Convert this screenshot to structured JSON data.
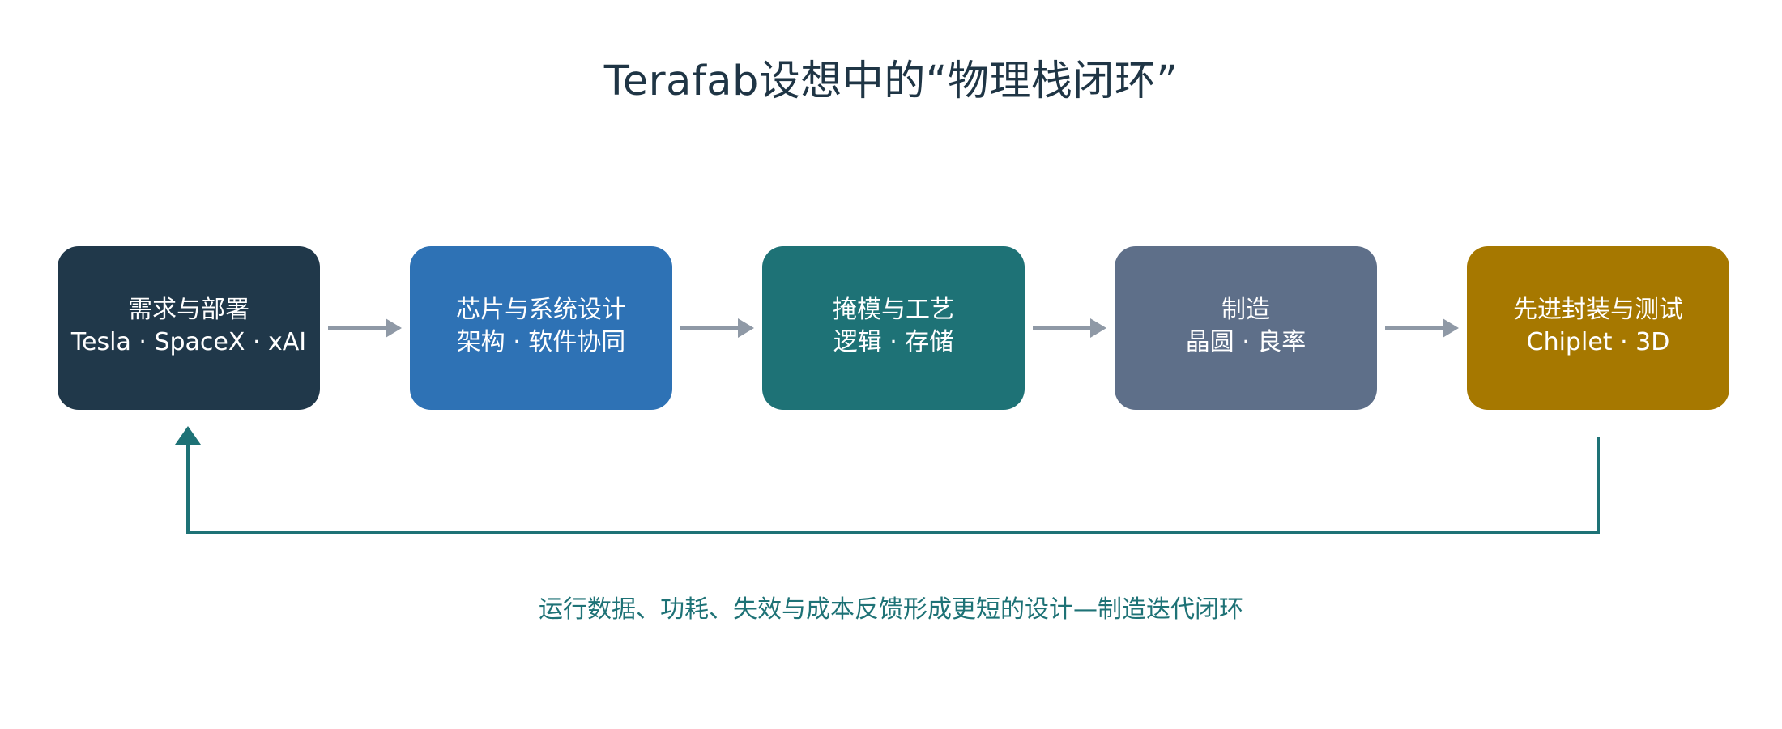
{
  "title": "Terafab设想中的“物理栈闭环”",
  "colors": {
    "arrow_gray": "#8f99a6",
    "loop_teal": "#1e7276",
    "title_text": "#1f3545"
  },
  "nodes": [
    {
      "line1": "需求与部署",
      "line2": "Tesla · SpaceX · xAI",
      "color": "#20384a"
    },
    {
      "line1": "芯片与系统设计",
      "line2": "架构 · 软件协同",
      "color": "#2e72b5"
    },
    {
      "line1": "掩模与工艺",
      "line2": "逻辑 · 存储",
      "color": "#1e7276"
    },
    {
      "line1": "制造",
      "line2": "晶圆 · 良率",
      "color": "#5e6f89"
    },
    {
      "line1": "先进封装与测试",
      "line2": "Chiplet · 3D",
      "color": "#a67800"
    }
  ],
  "feedback_label": "运行数据、功耗、失效与成本反馈形成更短的设计—制造迭代闭环"
}
